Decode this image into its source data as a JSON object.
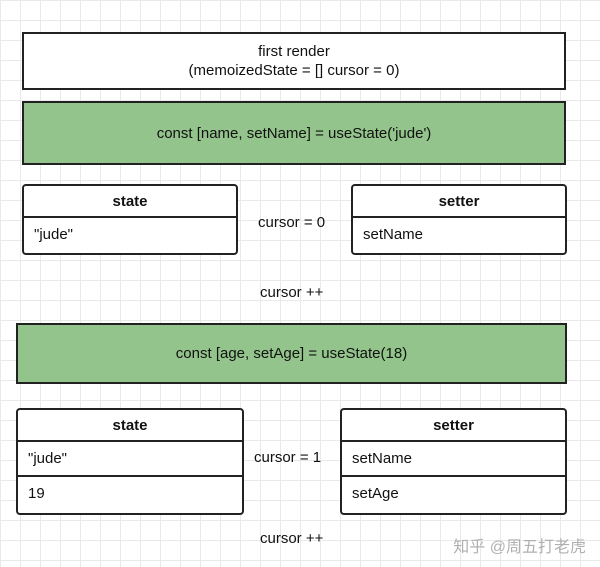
{
  "first_render": {
    "line1": "first render",
    "line2": "(memoizedState = [] cursor = 0)"
  },
  "hook1": {
    "code": "const [name, setName] = useState('jude')",
    "state_header": "state",
    "state_values": [
      "\"jude\""
    ],
    "setter_header": "setter",
    "setter_values": [
      "setName"
    ],
    "cursor_label": "cursor = 0"
  },
  "cursor_inc_1": "cursor ++",
  "hook2": {
    "code": "const [age, setAge] = useState(18)",
    "state_header": "state",
    "state_values": [
      "\"jude\"",
      "19"
    ],
    "setter_header": "setter",
    "setter_values": [
      "setName",
      "setAge"
    ],
    "cursor_label": "cursor = 1"
  },
  "cursor_inc_2": "cursor ++",
  "watermark": "知乎 @周五打老虎",
  "colors": {
    "code_box_fill": "#93c48b",
    "border": "#222222",
    "grid": "#e9e9e9"
  }
}
